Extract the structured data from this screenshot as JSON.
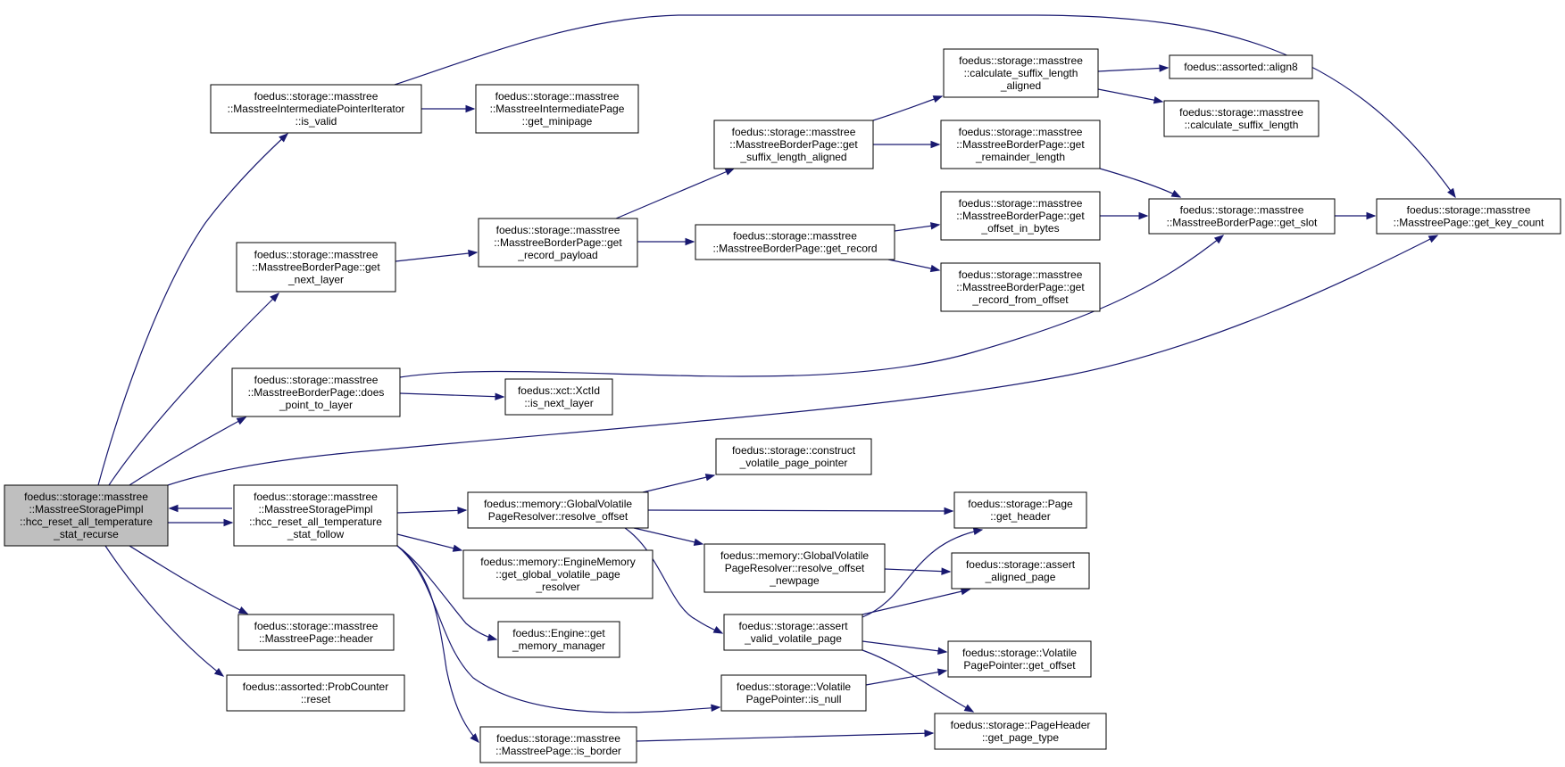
{
  "diagram": {
    "edge_color": "#191970",
    "root_fill": "#bfbfbf",
    "nodes": {
      "root": [
        "foedus::storage::masstree",
        "::MasstreeStoragePimpl",
        "::hcc_reset_all_temperature",
        "_stat_recurse"
      ],
      "intermediate_iter_is_valid": [
        "foedus::storage::masstree",
        "::MasstreeIntermediatePointerIterator",
        "::is_valid"
      ],
      "intermediate_get_minipage": [
        "foedus::storage::masstree",
        "::MasstreeIntermediatePage",
        "::get_minipage"
      ],
      "border_get_next_layer": [
        "foedus::storage::masstree",
        "::MasstreeBorderPage::get",
        "_next_layer"
      ],
      "border_get_record_payload": [
        "foedus::storage::masstree",
        "::MasstreeBorderPage::get",
        "_record_payload"
      ],
      "border_get_suffix_length_aligned": [
        "foedus::storage::masstree",
        "::MasstreeBorderPage::get",
        "_suffix_length_aligned"
      ],
      "calculate_suffix_length_aligned": [
        "foedus::storage::masstree",
        "::calculate_suffix_length",
        "_aligned"
      ],
      "assorted_align8": [
        "foedus::assorted::align8"
      ],
      "calculate_suffix_length": [
        "foedus::storage::masstree",
        "::calculate_suffix_length"
      ],
      "border_get_remainder_length": [
        "foedus::storage::masstree",
        "::MasstreeBorderPage::get",
        "_remainder_length"
      ],
      "border_get_record": [
        "foedus::storage::masstree",
        "::MasstreeBorderPage::get_record"
      ],
      "border_get_offset_in_bytes": [
        "foedus::storage::masstree",
        "::MasstreeBorderPage::get",
        "_offset_in_bytes"
      ],
      "border_get_slot": [
        "foedus::storage::masstree",
        "::MasstreeBorderPage::get_slot"
      ],
      "masstree_page_get_key_count": [
        "foedus::storage::masstree",
        "::MasstreePage::get_key_count"
      ],
      "border_get_record_from_offset": [
        "foedus::storage::masstree",
        "::MasstreeBorderPage::get",
        "_record_from_offset"
      ],
      "border_does_point_to_layer": [
        "foedus::storage::masstree",
        "::MasstreeBorderPage::does",
        "_point_to_layer"
      ],
      "xctid_is_next_layer": [
        "foedus::xct::XctId",
        "::is_next_layer"
      ],
      "construct_volatile_page_pointer": [
        "foedus::storage::construct",
        "_volatile_page_pointer"
      ],
      "stat_follow": [
        "foedus::storage::masstree",
        "::MasstreeStoragePimpl",
        "::hcc_reset_all_temperature",
        "_stat_follow"
      ],
      "resolve_offset": [
        "foedus::memory::GlobalVolatile",
        "PageResolver::resolve_offset"
      ],
      "page_get_header": [
        "foedus::storage::Page",
        "::get_header"
      ],
      "resolve_offset_newpage": [
        "foedus::memory::GlobalVolatile",
        "PageResolver::resolve_offset",
        "_newpage"
      ],
      "assert_aligned_page": [
        "foedus::storage::assert",
        "_aligned_page"
      ],
      "engine_memory_get_resolver": [
        "foedus::memory::EngineMemory",
        "::get_global_volatile_page",
        "_resolver"
      ],
      "engine_get_memory_manager": [
        "foedus::Engine::get",
        "_memory_manager"
      ],
      "assert_valid_volatile_page": [
        "foedus::storage::assert",
        "_valid_volatile_page"
      ],
      "masstree_page_header": [
        "foedus::storage::masstree",
        "::MasstreePage::header"
      ],
      "volatile_pointer_get_offset": [
        "foedus::storage::Volatile",
        "PagePointer::get_offset"
      ],
      "prob_counter_reset": [
        "foedus::assorted::ProbCounter",
        "::reset"
      ],
      "volatile_pointer_is_null": [
        "foedus::storage::Volatile",
        "PagePointer::is_null"
      ],
      "page_header_get_page_type": [
        "foedus::storage::PageHeader",
        "::get_page_type"
      ],
      "masstree_page_is_border": [
        "foedus::storage::masstree",
        "::MasstreePage::is_border"
      ]
    }
  }
}
